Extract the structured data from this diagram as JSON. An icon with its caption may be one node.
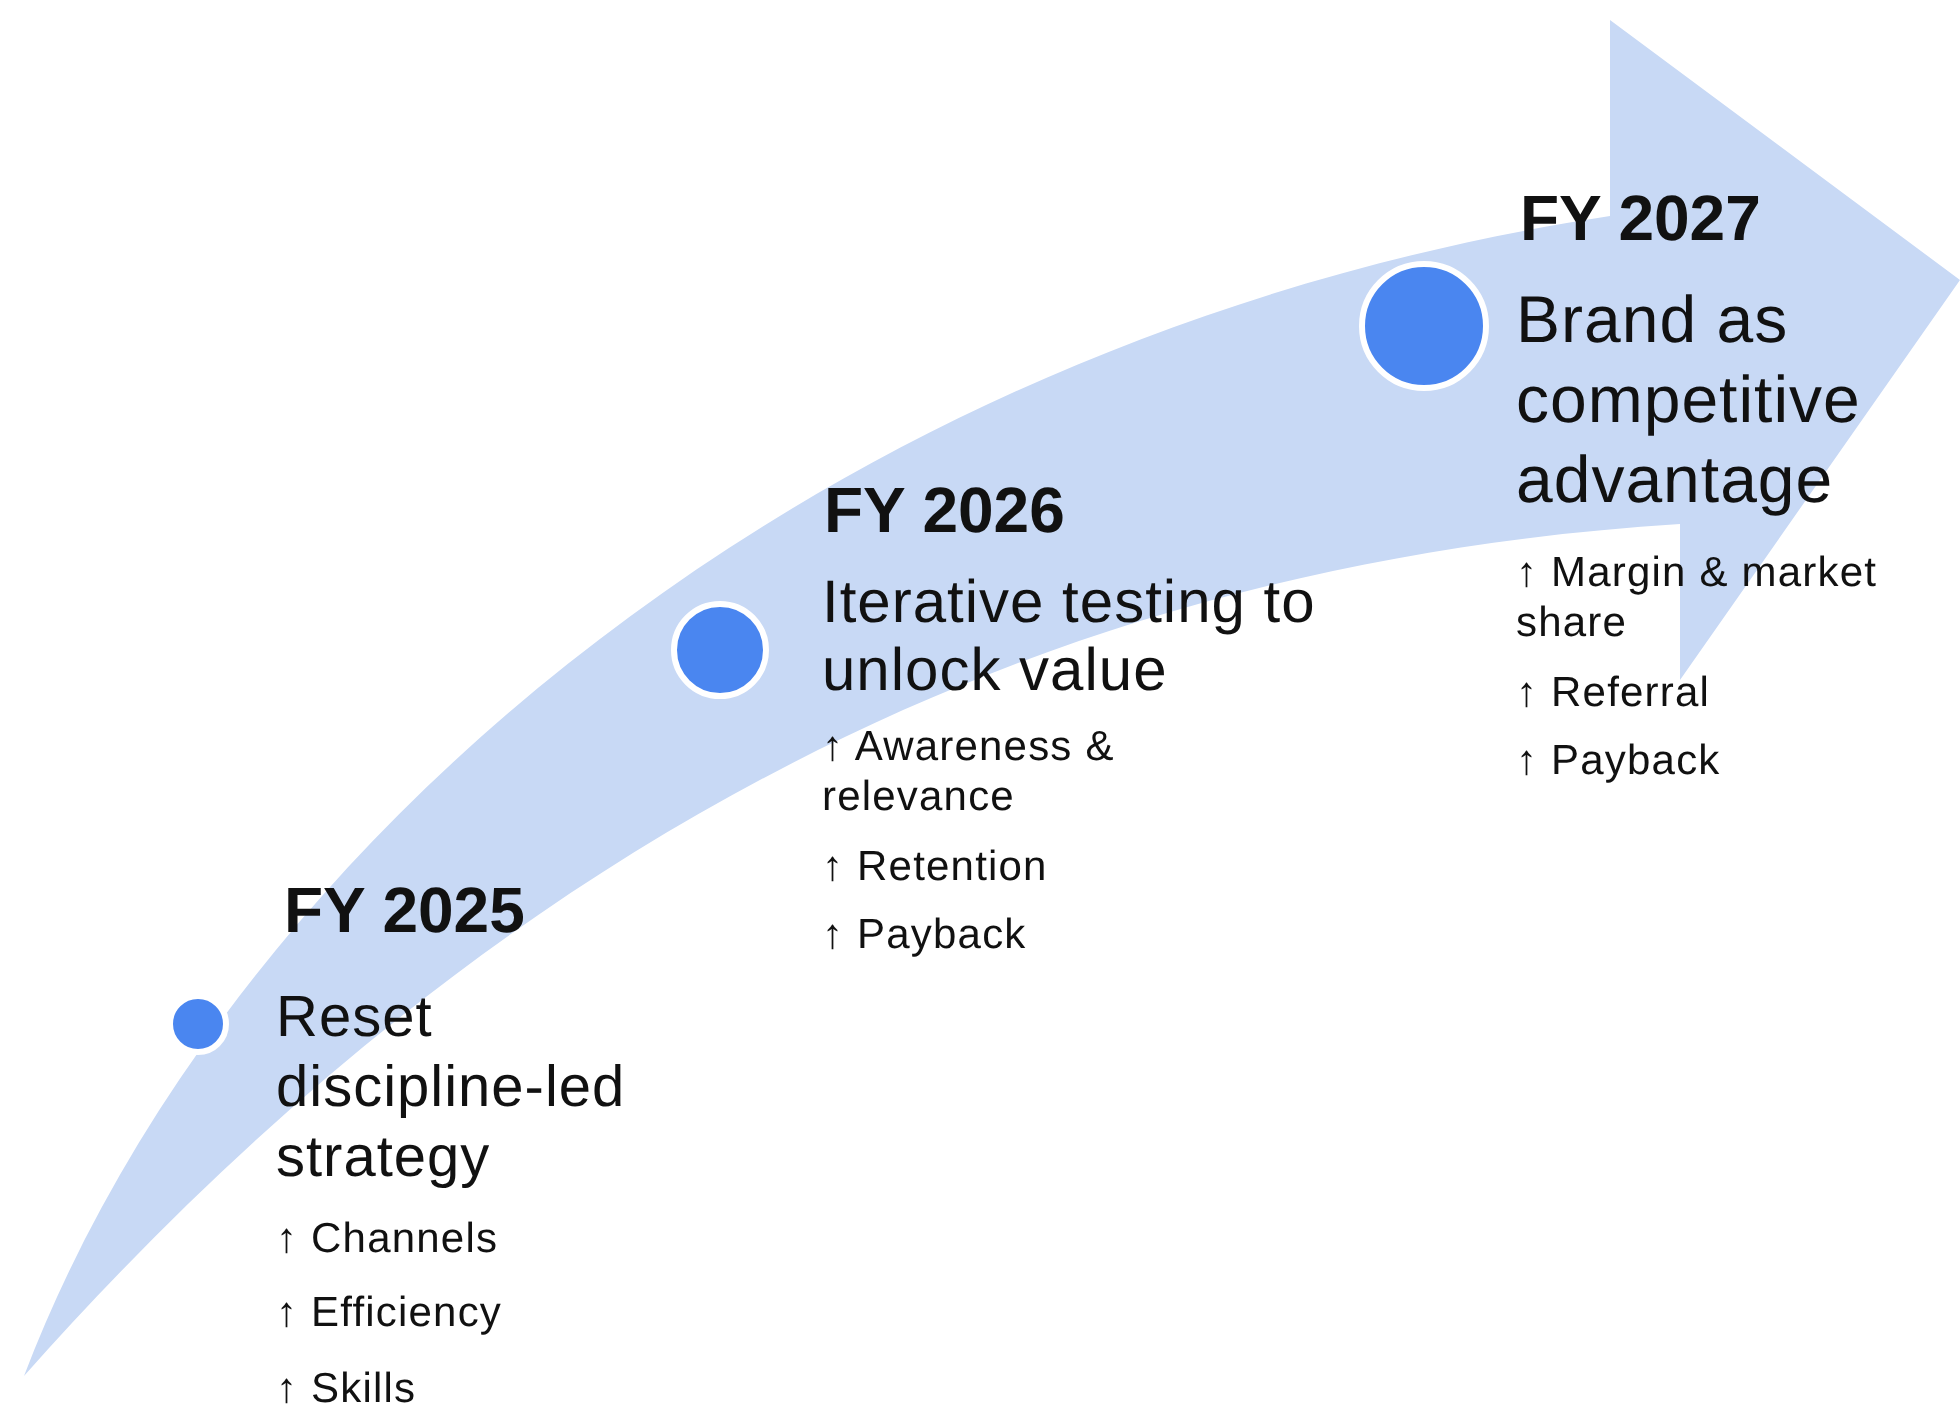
{
  "diagram": {
    "labels": [
      "FY 2025",
      "Reset discipline-led strategy",
      "↑ Channels",
      "↑ Efficiency",
      "↑ Skills",
      "FY 2026",
      "Iterative testing to unlock value",
      "↑ Awareness & relevance",
      "↑ Retention",
      "↑ Payback",
      "FY 2027",
      "Brand as competitive advantage",
      "↑ Margin & market share",
      "↑ Referral",
      "↑ Payback"
    ]
  }
}
